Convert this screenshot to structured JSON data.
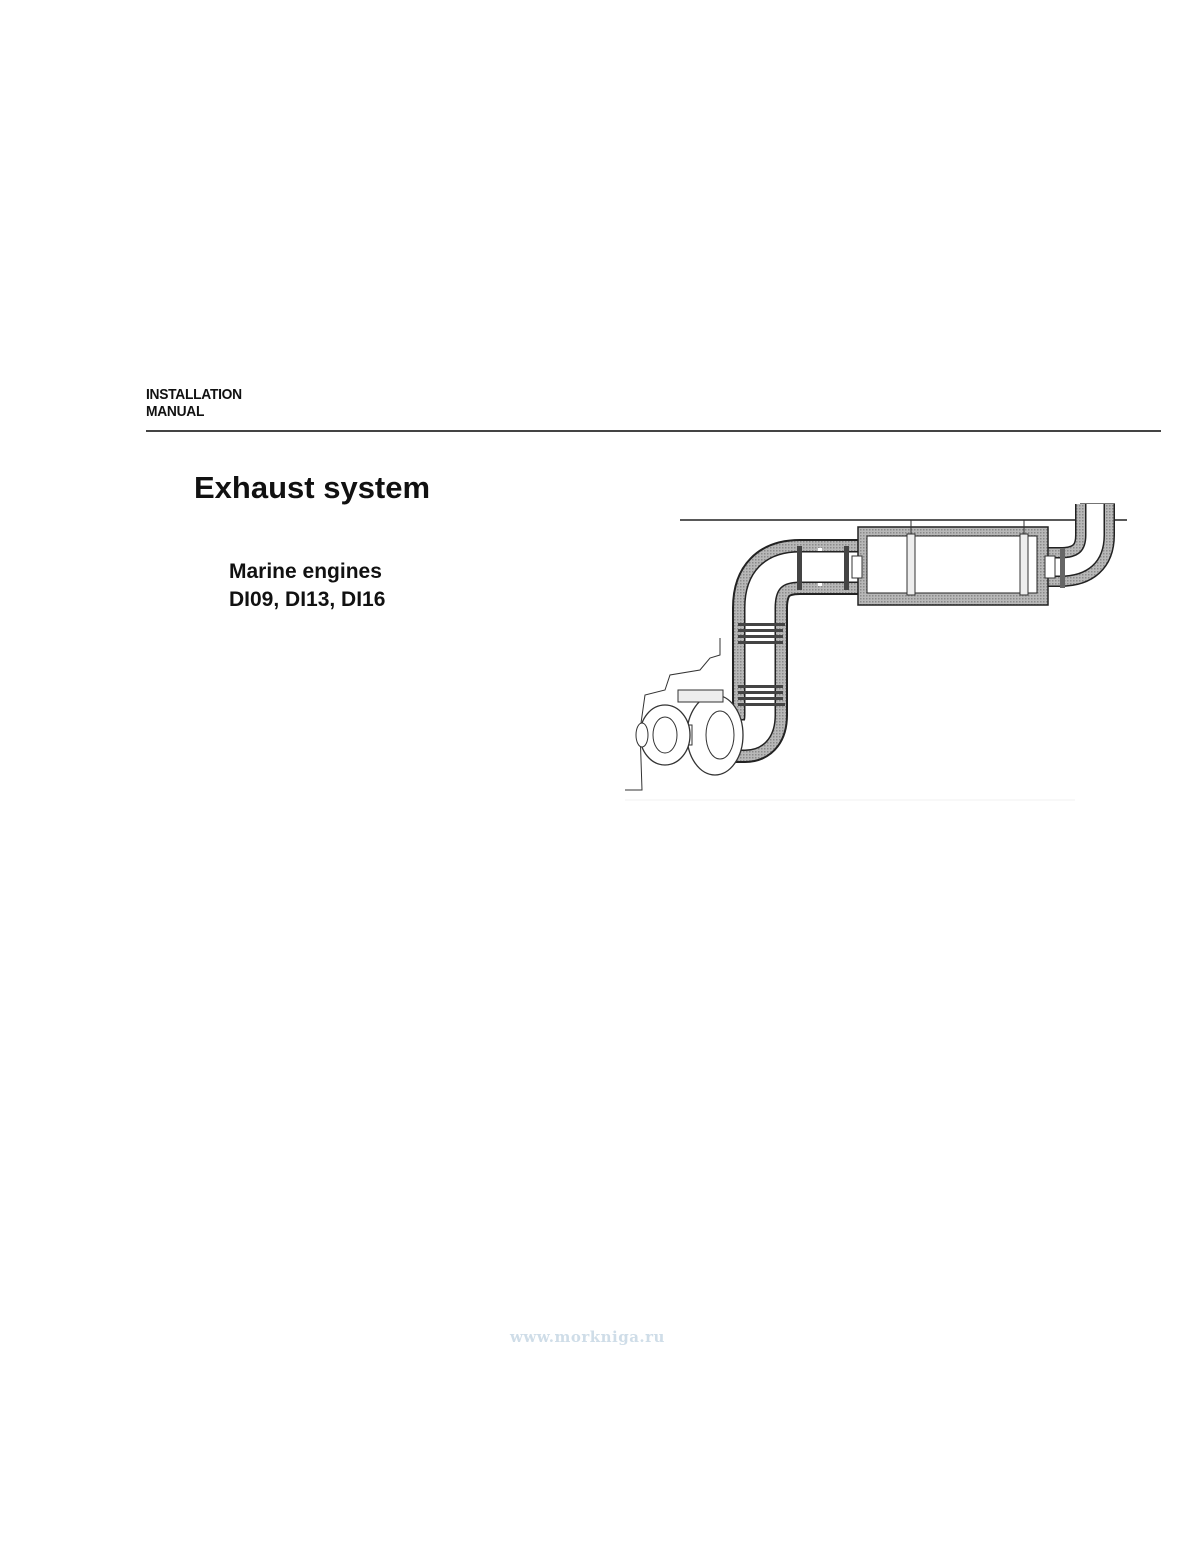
{
  "header": {
    "line1": "INSTALLATION",
    "line2": "MANUAL"
  },
  "title": "Exhaust system",
  "subtitle": {
    "line1": "Marine engines",
    "line2": "DI09, DI13, DI16"
  },
  "watermark": "www.morkniga.ru"
}
